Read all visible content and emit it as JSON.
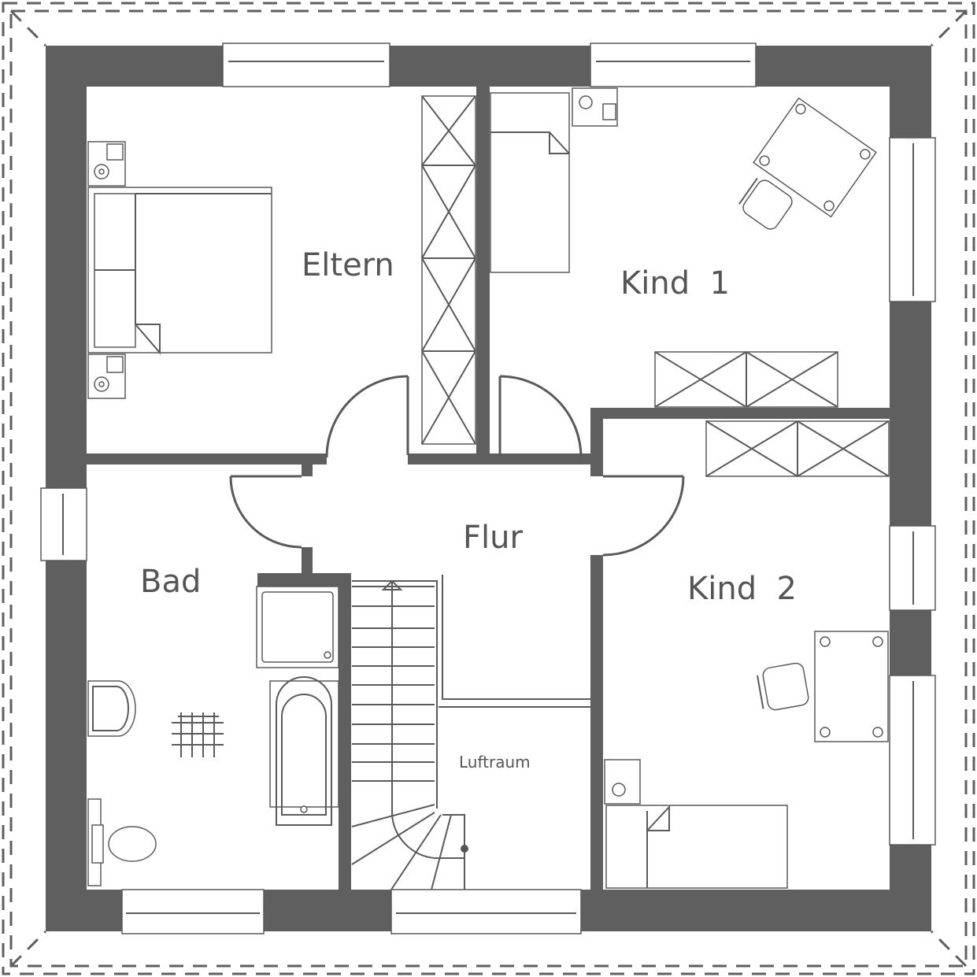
{
  "plan": {
    "rooms": {
      "eltern": "Eltern",
      "kind1": "Kind  1",
      "kind2": "Kind  2",
      "bad": "Bad",
      "flur": "Flur",
      "luftraum": "Luftraum"
    },
    "colors": {
      "wall": "#5f5f5f",
      "line": "#5a5a5a"
    }
  }
}
